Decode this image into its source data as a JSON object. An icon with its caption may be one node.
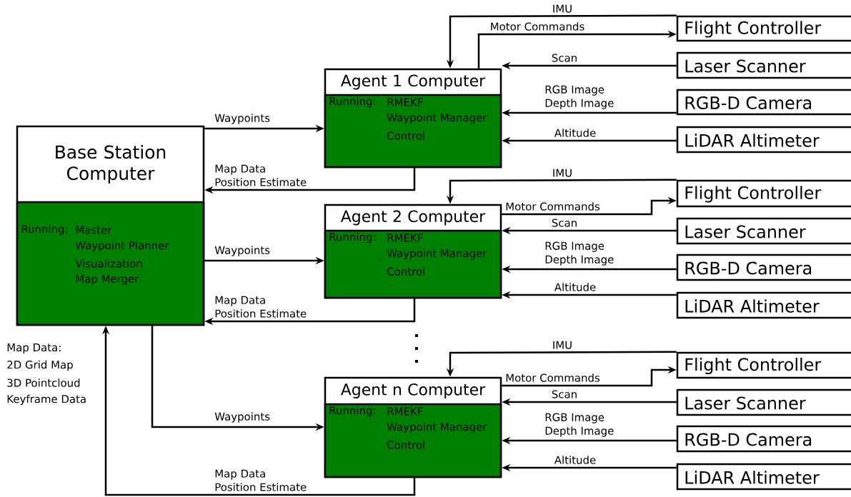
{
  "diagram": {
    "nodes": [
      {
        "text": [
          "Base Station Computer",
          "Running:",
          "Master",
          "Waypoint Planner",
          "Visualization",
          "Map Merger"
        ]
      },
      {
        "text": [
          "Agent 1 Computer",
          "Running:",
          "RMEKF",
          "Waypoint Manager",
          "Control"
        ]
      },
      {
        "text": [
          "Agent 2 Computer",
          "Running:",
          "RMEKF",
          "Waypoint Manager",
          "Control"
        ]
      },
      {
        "text": [
          "Agent n Computer",
          "Running:",
          "RMEKF",
          "Waypoint Manager",
          "Control"
        ]
      },
      {
        "text": [
          "Flight Controller"
        ]
      },
      {
        "text": [
          "Laser Scanner"
        ]
      },
      {
        "text": [
          "RGB-D Camera"
        ]
      },
      {
        "text": [
          "LiDAR Altimeter"
        ]
      },
      {
        "text": [
          "Flight Controller"
        ]
      },
      {
        "text": [
          "Laser Scanner"
        ]
      },
      {
        "text": [
          "RGB-D Camera"
        ]
      },
      {
        "text": [
          "LiDAR Altimeter"
        ]
      },
      {
        "text": [
          "Flight Controller"
        ]
      },
      {
        "text": [
          "Laser Scanner"
        ]
      },
      {
        "text": [
          "RGB-D Camera"
        ]
      },
      {
        "text": [
          "LiDAR Altimeter"
        ]
      }
    ],
    "edges": [
      {
        "from": 0,
        "to": 1,
        "arrow": "to",
        "label": "Waypoints"
      },
      {
        "from": 1,
        "to": 0,
        "arrow": "to",
        "label": "Map Data Position Estimate"
      },
      {
        "from": 4,
        "to": 1,
        "arrow": "to",
        "label": "IMU"
      },
      {
        "from": 1,
        "to": 4,
        "arrow": "to",
        "label": "Motor Commands"
      },
      {
        "from": 5,
        "to": 1,
        "arrow": "to",
        "label": "Scan"
      },
      {
        "from": 6,
        "to": 1,
        "arrow": "to",
        "label": "RGB Image Depth Image"
      },
      {
        "from": 7,
        "to": 1,
        "arrow": "to",
        "label": "Altitude"
      },
      {
        "from": 0,
        "to": 2,
        "arrow": "to",
        "label": "Waypoints"
      },
      {
        "from": 2,
        "to": 0,
        "arrow": "to",
        "label": "Map Data Position Estimate"
      },
      {
        "from": 8,
        "to": 2,
        "arrow": "to",
        "label": "IMU"
      },
      {
        "from": 2,
        "to": 8,
        "arrow": "to",
        "label": "Motor Commands"
      },
      {
        "from": 9,
        "to": 2,
        "arrow": "to",
        "label": "Scan"
      },
      {
        "from": 10,
        "to": 2,
        "arrow": "to",
        "label": "RGB Image Depth Image"
      },
      {
        "from": 11,
        "to": 2,
        "arrow": "to",
        "label": "Altitude"
      },
      {
        "from": 0,
        "to": 3,
        "arrow": "to",
        "label": "Waypoints"
      },
      {
        "from": 3,
        "to": 0,
        "arrow": "to",
        "label": "Map Data Position Estimate"
      },
      {
        "from": 12,
        "to": 3,
        "arrow": "to",
        "label": "IMU"
      },
      {
        "from": 3,
        "to": 12,
        "arrow": "to",
        "label": "Motor Commands"
      },
      {
        "from": 13,
        "to": 3,
        "arrow": "to",
        "label": "Scan"
      },
      {
        "from": 14,
        "to": 3,
        "arrow": "to",
        "label": "RGB Image Depth Image"
      },
      {
        "from": 15,
        "to": 3,
        "arrow": "to",
        "label": "Altitude"
      }
    ],
    "labels": [
      "Map Data:",
      "2D Grid Map",
      "3D Pointcloud",
      "Keyframe Data"
    ]
  }
}
